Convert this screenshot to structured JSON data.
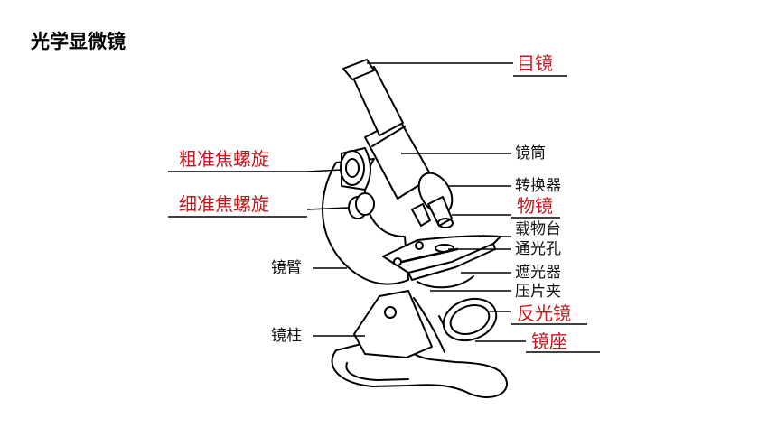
{
  "title": "光学显微镜",
  "labels": {
    "eyepiece": "目镜",
    "tube": "镜筒",
    "coarse_focus": "粗准焦螺旋",
    "fine_focus": "细准焦螺旋",
    "nosepiece": "转换器",
    "objective": "物镜",
    "stage": "载物台",
    "aperture": "通光孔",
    "diaphragm": "遮光器",
    "arm": "镜臂",
    "clip": "压片夹",
    "mirror": "反光镜",
    "pillar": "镜柱",
    "base": "镜座"
  },
  "colors": {
    "answer": "#c8161d",
    "line": "#000000"
  }
}
